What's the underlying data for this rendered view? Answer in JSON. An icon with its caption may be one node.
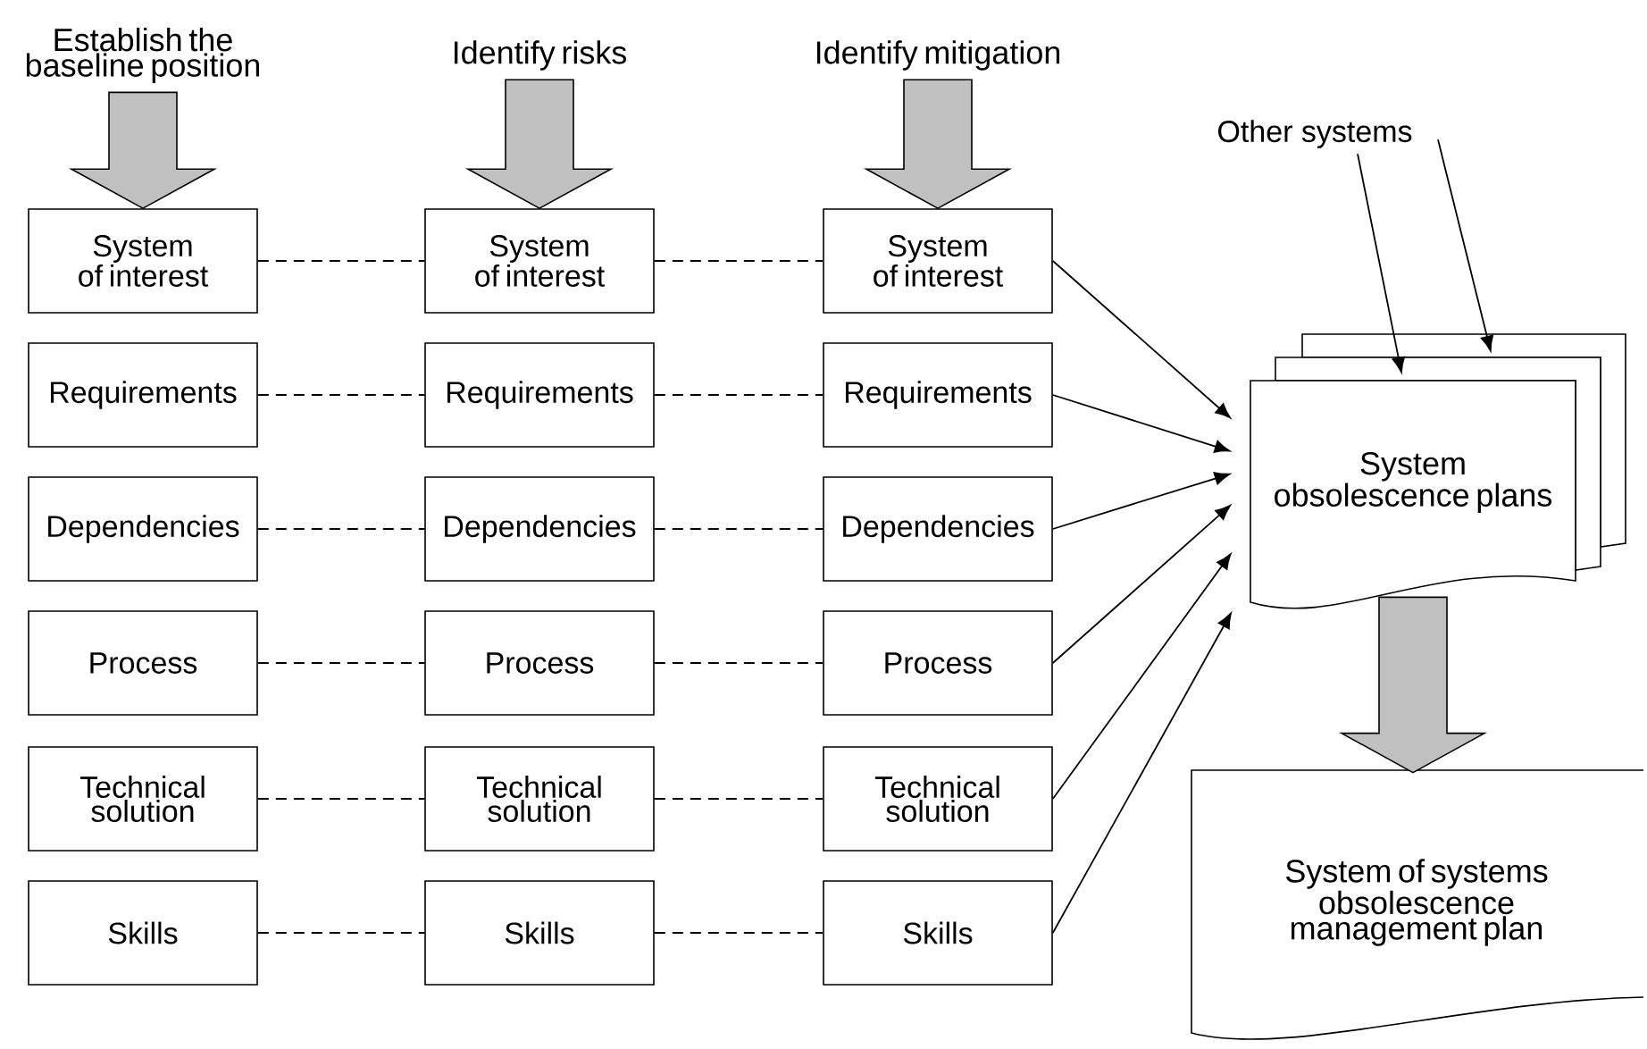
{
  "diagram": {
    "nodes": [
      {
        "text": [
          "Establish the baseline position"
        ]
      },
      {
        "text": [
          "Identify risks"
        ]
      },
      {
        "text": [
          "Identify mitigation"
        ]
      },
      {
        "text": [
          "System of interest"
        ]
      },
      {
        "text": [
          "System of interest"
        ]
      },
      {
        "text": [
          "System of interest"
        ]
      },
      {
        "text": [
          "Requirements"
        ]
      },
      {
        "text": [
          "Requirements"
        ]
      },
      {
        "text": [
          "Requirements"
        ]
      },
      {
        "text": [
          "Dependencies"
        ]
      },
      {
        "text": [
          "Dependencies"
        ]
      },
      {
        "text": [
          "Dependencies"
        ]
      },
      {
        "text": [
          "Process"
        ]
      },
      {
        "text": [
          "Process"
        ]
      },
      {
        "text": [
          "Process"
        ]
      },
      {
        "text": [
          "Technical solution"
        ]
      },
      {
        "text": [
          "Technical solution"
        ]
      },
      {
        "text": [
          "Technical solution"
        ]
      },
      {
        "text": [
          "Skills"
        ]
      },
      {
        "text": [
          "Skills"
        ]
      },
      {
        "text": [
          "Skills"
        ]
      },
      {
        "text": [
          "Other systems"
        ]
      },
      {
        "text": [
          "System obsolescence plans"
        ]
      },
      {
        "text": [
          "System of systems obsolescence management plan"
        ]
      }
    ],
    "edges": [
      {
        "from": 0,
        "to": 3,
        "arrow": "to",
        "style": "thick",
        "color": "#c0c0c0"
      },
      {
        "from": 1,
        "to": 4,
        "arrow": "to",
        "style": "thick",
        "color": "#c0c0c0"
      },
      {
        "from": 2,
        "to": 5,
        "arrow": "to",
        "style": "thick",
        "color": "#c0c0c0"
      },
      {
        "from": 3,
        "to": 4,
        "arrow": "none",
        "style": "dashed"
      },
      {
        "from": 4,
        "to": 5,
        "arrow": "none",
        "style": "dashed"
      },
      {
        "from": 6,
        "to": 7,
        "arrow": "none",
        "style": "dashed"
      },
      {
        "from": 7,
        "to": 8,
        "arrow": "none",
        "style": "dashed"
      },
      {
        "from": 9,
        "to": 10,
        "arrow": "none",
        "style": "dashed"
      },
      {
        "from": 10,
        "to": 11,
        "arrow": "none",
        "style": "dashed"
      },
      {
        "from": 12,
        "to": 13,
        "arrow": "none",
        "style": "dashed"
      },
      {
        "from": 13,
        "to": 14,
        "arrow": "none",
        "style": "dashed"
      },
      {
        "from": 15,
        "to": 16,
        "arrow": "none",
        "style": "dashed"
      },
      {
        "from": 16,
        "to": 17,
        "arrow": "none",
        "style": "dashed"
      },
      {
        "from": 18,
        "to": 19,
        "arrow": "none",
        "style": "dashed"
      },
      {
        "from": 19,
        "to": 20,
        "arrow": "none",
        "style": "dashed"
      },
      {
        "from": 5,
        "to": 22,
        "arrow": "to"
      },
      {
        "from": 8,
        "to": 22,
        "arrow": "to"
      },
      {
        "from": 11,
        "to": 22,
        "arrow": "to"
      },
      {
        "from": 14,
        "to": 22,
        "arrow": "to"
      },
      {
        "from": 17,
        "to": 22,
        "arrow": "to"
      },
      {
        "from": 20,
        "to": 22,
        "arrow": "to"
      },
      {
        "from": 21,
        "to": 22,
        "arrow": "to"
      },
      {
        "from": 21,
        "to": 22,
        "arrow": "to"
      },
      {
        "from": 22,
        "to": 23,
        "arrow": "to",
        "style": "thick",
        "color": "#c0c0c0"
      }
    ]
  }
}
